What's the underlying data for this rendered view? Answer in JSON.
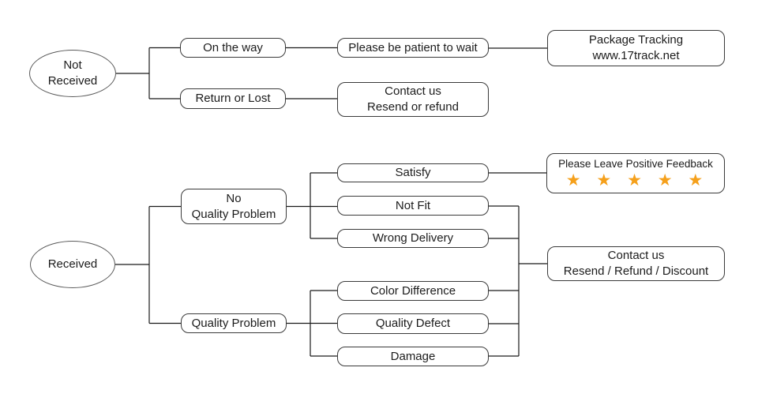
{
  "title": "After-sale service flowchart",
  "colors": {
    "star": "#F5A01B",
    "line": "#1a1a1a",
    "box_border": "#3a3a3a",
    "background": "#ffffff"
  },
  "nodes": {
    "not_received": {
      "line1": "Not",
      "line2": "Received"
    },
    "received": {
      "label": "Received"
    },
    "on_the_way": {
      "label": "On the way"
    },
    "return_or_lost": {
      "label": "Return or Lost"
    },
    "please_be_patient": {
      "label": "Please be patient to wait"
    },
    "contact_resend_refund": {
      "line1": "Contact us",
      "line2": "Resend or refund"
    },
    "package_tracking": {
      "line1": "Package Tracking",
      "line2": "www.17track.net"
    },
    "no_quality_problem": {
      "line1": "No",
      "line2": "Quality Problem"
    },
    "quality_problem": {
      "label": "Quality Problem"
    },
    "satisfy": {
      "label": "Satisfy"
    },
    "not_fit": {
      "label": "Not Fit"
    },
    "wrong_delivery": {
      "label": "Wrong Delivery"
    },
    "color_difference": {
      "label": "Color Difference"
    },
    "quality_defect": {
      "label": "Quality Defect"
    },
    "damage": {
      "label": "Damage"
    },
    "positive_feedback": {
      "label": "Please Leave Positive Feedback",
      "stars": "★ ★ ★ ★ ★",
      "star_count": 5
    },
    "contact_resend_refund_discount": {
      "line1": "Contact us",
      "line2": "Resend / Refund / Discount"
    }
  }
}
